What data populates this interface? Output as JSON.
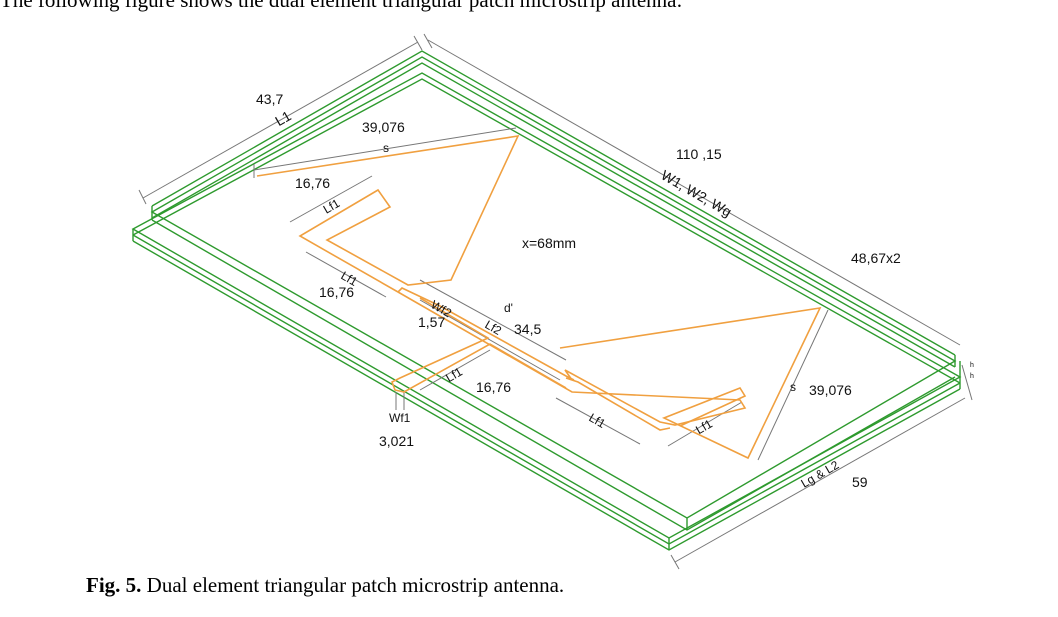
{
  "header_fragment": "The following figure shows the dual element triangular patch microstrip antenna:",
  "caption": {
    "label": "Fig. 5.",
    "text": " Dual element triangular patch microstrip antenna."
  },
  "labels": {
    "l1_value": "43,7",
    "l1_name": "L1",
    "s_top_value": "39,076",
    "s_top_name": "s",
    "lf1_top_value": "16,76",
    "lf1_top_name": "Lf1",
    "w_value": "110 ,15",
    "w_name": "W1, W2, Wg",
    "x_value": "x=68mm",
    "right_value": "48,67x2",
    "lf1_mid_name": "Lf1",
    "lf1_mid_value": "16,76",
    "wf2_name": "Wf2",
    "wf2_value": "1,57",
    "d_name": "d'",
    "lf2_name": "Lf2",
    "lf2_value": "34,5",
    "lf1_low_name": "Lf1",
    "lf1_low_value": "16,76",
    "s_right_name": "s",
    "s_right_value": "39,076",
    "wf1_name": "Wf1",
    "wf1_value": "3,021",
    "lf1_br_name": "Lf1",
    "lf1_far_name": "Lf1",
    "lg_name": "Lg & L2",
    "lg_value": "59",
    "h1": "h",
    "h2": "h"
  },
  "colors": {
    "board": "#2e9a2e",
    "patch": "#f0a040",
    "dimension": "#777777"
  }
}
